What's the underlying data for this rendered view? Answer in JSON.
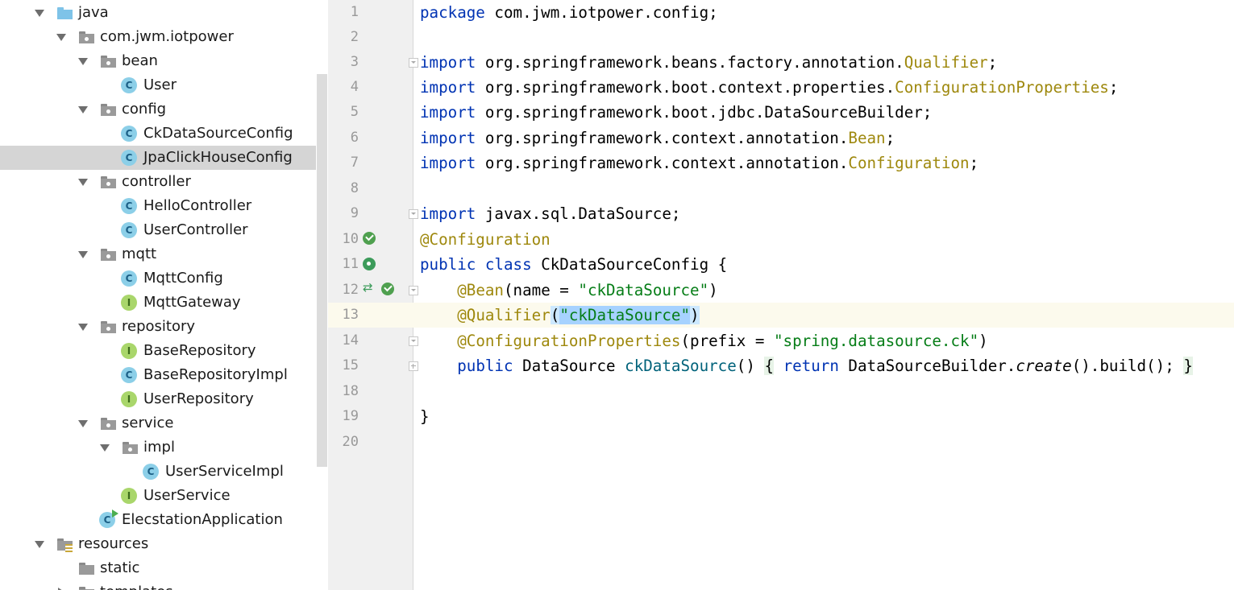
{
  "project_tree": {
    "items": [
      {
        "label": "java",
        "icon": "source-folder-icon"
      },
      {
        "label": "com.jwm.iotpower",
        "icon": "package-icon"
      },
      {
        "label": "bean",
        "icon": "package-icon"
      },
      {
        "label": "User",
        "icon": "class-icon",
        "badge": "C"
      },
      {
        "label": "config",
        "icon": "package-icon"
      },
      {
        "label": "CkDataSourceConfig",
        "icon": "class-icon",
        "badge": "C"
      },
      {
        "label": "JpaClickHouseConfig",
        "icon": "class-icon",
        "badge": "C"
      },
      {
        "label": "controller",
        "icon": "package-icon"
      },
      {
        "label": "HelloController",
        "icon": "class-icon",
        "badge": "C"
      },
      {
        "label": "UserController",
        "icon": "class-icon",
        "badge": "C"
      },
      {
        "label": "mqtt",
        "icon": "package-icon"
      },
      {
        "label": "MqttConfig",
        "icon": "class-icon",
        "badge": "C"
      },
      {
        "label": "MqttGateway",
        "icon": "interface-icon",
        "badge": "I"
      },
      {
        "label": "repository",
        "icon": "package-icon"
      },
      {
        "label": "BaseRepository",
        "icon": "interface-icon",
        "badge": "I"
      },
      {
        "label": "BaseRepositoryImpl",
        "icon": "class-icon",
        "badge": "C"
      },
      {
        "label": "UserRepository",
        "icon": "interface-icon",
        "badge": "I"
      },
      {
        "label": "service",
        "icon": "package-icon"
      },
      {
        "label": "impl",
        "icon": "package-icon"
      },
      {
        "label": "UserServiceImpl",
        "icon": "class-icon",
        "badge": "C"
      },
      {
        "label": "UserService",
        "icon": "interface-icon",
        "badge": "I"
      },
      {
        "label": "ElecstationApplication",
        "icon": "spring-app-icon",
        "badge": "C"
      },
      {
        "label": "resources",
        "icon": "resources-folder-icon"
      },
      {
        "label": "static",
        "icon": "folder-icon"
      },
      {
        "label": "templates",
        "icon": "folder-icon"
      }
    ],
    "selected": "JpaClickHouseConfig"
  },
  "editor": {
    "current_line": 13,
    "line_numbers": [
      "1",
      "2",
      "3",
      "4",
      "5",
      "6",
      "7",
      "8",
      "9",
      "10",
      "11",
      "12",
      "13",
      "14",
      "15",
      "18",
      "19",
      "20"
    ],
    "lines": {
      "l1": [
        "package",
        " com.jwm.iotpower.config;"
      ],
      "l3": [
        "import",
        " org.springframework.beans.factory.annotation.",
        "Qualifier",
        ";"
      ],
      "l4": [
        "import",
        " org.springframework.boot.context.properties.",
        "ConfigurationProperties",
        ";"
      ],
      "l5": [
        "import",
        " org.springframework.boot.jdbc.DataSourceBuilder;"
      ],
      "l6": [
        "import",
        " org.springframework.context.annotation.",
        "Bean",
        ";"
      ],
      "l7": [
        "import",
        " org.springframework.context.annotation.",
        "Configuration",
        ";"
      ],
      "l9": [
        "import",
        " javax.sql.DataSource;"
      ],
      "l10": [
        "@Configuration"
      ],
      "l11": [
        "public",
        " ",
        "class",
        " CkDataSourceConfig {"
      ],
      "l12": [
        "    ",
        "@Bean",
        "(name = ",
        "\"ckDataSource\"",
        ")"
      ],
      "l13": [
        "    ",
        "@Qualifier",
        "(",
        "\"ckDataSource\"",
        ")"
      ],
      "l14": [
        "    ",
        "@ConfigurationProperties",
        "(prefix = ",
        "\"spring.datasource.ck\"",
        ")"
      ],
      "l15": [
        "    ",
        "public",
        " DataSource ",
        "ckDataSource",
        "() ",
        "{",
        " ",
        "return",
        " DataSourceBuilder.",
        "create",
        "().build(); ",
        "}"
      ],
      "l19": [
        "}"
      ]
    }
  },
  "colors": {
    "keyword": "#0033b3",
    "annotation": "#9e880d",
    "string": "#067d17",
    "method": "#00627a",
    "selection": "#a6d2ff",
    "current_line": "#fcfaed"
  }
}
